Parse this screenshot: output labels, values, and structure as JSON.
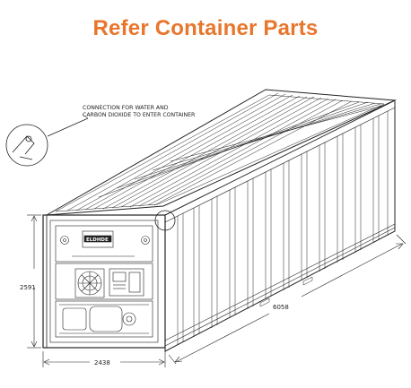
{
  "title": "Refer Container Parts",
  "colors": {
    "title": "#e8762c",
    "line": "#222222"
  },
  "callout": {
    "line1": "CONNECTION FOR WATER AND",
    "line2": "CARBON DIOXIDE TO ENTER CONTAINER"
  },
  "unit_label": "ELDHDE",
  "dimensions": {
    "height": "2591",
    "width": "2438",
    "length": "6058"
  }
}
